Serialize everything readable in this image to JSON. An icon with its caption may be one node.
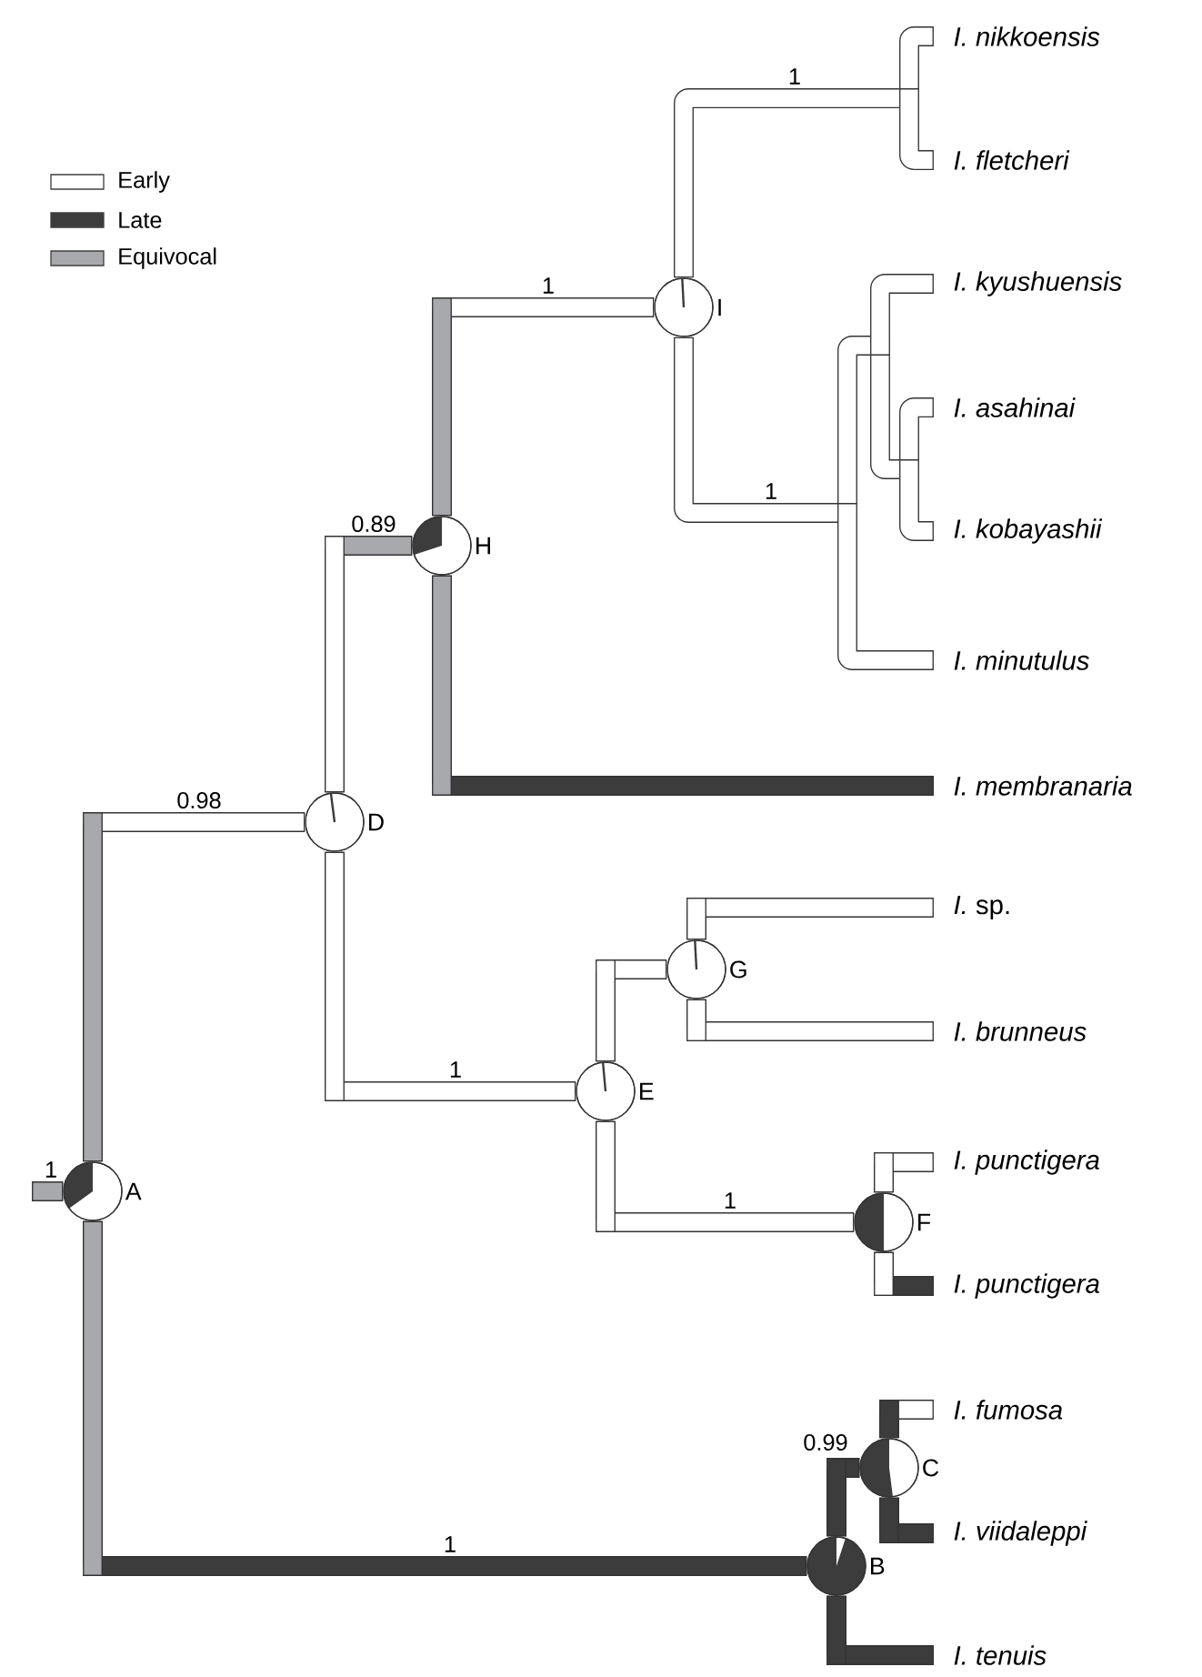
{
  "diagram": {
    "nodes": [
      {
        "text": [],
        "shape": "circle",
        "beside": [
          "A"
        ]
      },
      {
        "text": [],
        "shape": "circle",
        "beside": [
          "B"
        ]
      },
      {
        "text": [],
        "shape": "circle",
        "beside": [
          "C"
        ]
      },
      {
        "text": [],
        "shape": "circle",
        "beside": [
          "D"
        ]
      },
      {
        "text": [],
        "shape": "circle",
        "beside": [
          "E"
        ]
      },
      {
        "text": [],
        "shape": "circle",
        "beside": [
          "F"
        ]
      },
      {
        "text": [],
        "shape": "circle",
        "beside": [
          "G"
        ]
      },
      {
        "text": [],
        "shape": "circle",
        "beside": [
          "H"
        ]
      },
      {
        "text": [],
        "shape": "circle",
        "beside": [
          "I"
        ]
      },
      {
        "text": [
          "I. nikkoensis"
        ]
      },
      {
        "text": [
          "I. fletcheri"
        ]
      },
      {
        "text": [
          "I. kyushuensis"
        ]
      },
      {
        "text": [
          "I. asahinai"
        ]
      },
      {
        "text": [
          "I. kobayashii"
        ]
      },
      {
        "text": [
          "I. minutulus"
        ]
      },
      {
        "text": [
          "I. membranaria"
        ]
      },
      {
        "text": [
          "*I.* sp."
        ]
      },
      {
        "text": [
          "I. brunneus"
        ]
      },
      {
        "text": [
          "I. punctigera"
        ]
      },
      {
        "text": [
          "I. punctigera"
        ]
      },
      {
        "text": [
          "I. fumosa"
        ]
      },
      {
        "text": [
          "I. viidaleppi"
        ]
      },
      {
        "text": [
          "I. tenuis"
        ]
      }
    ],
    "edges": [
      {
        "from": null,
        "to": 0,
        "arrow": "none",
        "label": "1",
        "color": "#a7a9ac"
      },
      {
        "from": 0,
        "to": 3,
        "arrow": "none",
        "label": "0.98"
      },
      {
        "from": 0,
        "to": 1,
        "arrow": "none",
        "label": "1",
        "color": "#3c3c3c"
      },
      {
        "from": 3,
        "to": 7,
        "arrow": "none",
        "label": "0.89",
        "color": "#a7a9ac"
      },
      {
        "from": 3,
        "to": 4,
        "arrow": "none",
        "label": "1"
      },
      {
        "from": 7,
        "to": 8,
        "arrow": "none",
        "label": "1"
      },
      {
        "from": 7,
        "to": 15,
        "arrow": "none",
        "color": "#3c3c3c"
      },
      {
        "from": 8,
        "to": 9,
        "arrow": "none",
        "label": "1"
      },
      {
        "from": 8,
        "to": 10,
        "arrow": "none"
      },
      {
        "from": 8,
        "to": 11,
        "arrow": "none",
        "label": "1"
      },
      {
        "from": 8,
        "to": 12,
        "arrow": "none"
      },
      {
        "from": 8,
        "to": 13,
        "arrow": "none"
      },
      {
        "from": 8,
        "to": 14,
        "arrow": "none"
      },
      {
        "from": 4,
        "to": 6,
        "arrow": "none"
      },
      {
        "from": 4,
        "to": 5,
        "arrow": "none",
        "label": "1"
      },
      {
        "from": 6,
        "to": 16,
        "arrow": "none"
      },
      {
        "from": 6,
        "to": 17,
        "arrow": "none"
      },
      {
        "from": 5,
        "to": 18,
        "arrow": "none"
      },
      {
        "from": 5,
        "to": 19,
        "arrow": "none",
        "color": "#3c3c3c"
      },
      {
        "from": 1,
        "to": 2,
        "arrow": "none",
        "label": "0.99",
        "color": "#3c3c3c"
      },
      {
        "from": 1,
        "to": 22,
        "arrow": "none",
        "color": "#3c3c3c"
      },
      {
        "from": 2,
        "to": 20,
        "arrow": "none"
      },
      {
        "from": 2,
        "to": 21,
        "arrow": "none",
        "color": "#3c3c3c"
      }
    ],
    "legend": [
      {
        "text": "Early"
      },
      {
        "text": "Late",
        "color": "#3c3c3c"
      },
      {
        "text": "Equivocal",
        "color": "#a7a9ac"
      }
    ]
  }
}
